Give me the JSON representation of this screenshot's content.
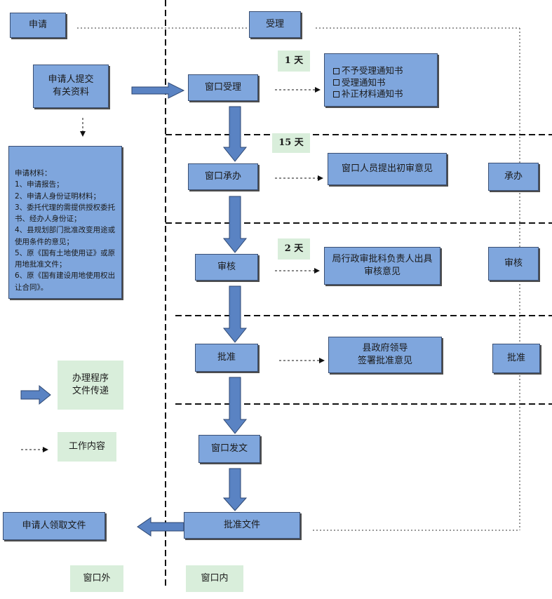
{
  "header": {
    "apply_label": "申请",
    "accept_label": "受理"
  },
  "left_column": {
    "submit_label": "申请人提交\n有关资料",
    "materials": {
      "title": "申请材料：",
      "items": [
        "1、申请报告；",
        "2、申请人身份证明材料；",
        "3、委托代理的需提供授权委托书、经办人身份证；",
        "4、县规划部门批准改变用途或使用条件的意见；",
        "5、原《国有土地使用证》或原用地批准文件；",
        "6、原《国有建设用地使用权出让合同》。"
      ]
    },
    "receive_label": "申请人领取文件"
  },
  "steps": {
    "window_accept": "窗口受理",
    "window_undertake": "窗口承办",
    "review": "审核",
    "approve": "批准",
    "window_issue": "窗口发文",
    "approval_doc": "批准文件"
  },
  "days": {
    "accept": "1 天",
    "undertake": "15 天",
    "review": "2 天"
  },
  "outputs": {
    "notices": [
      "不予受理通知书",
      "受理通知书",
      "补正材料通知书"
    ],
    "initial_opinion": "窗口人员提出初审意见",
    "review_opinion": "局行政审批科负责人出具审核意见",
    "approval_opinion": "县政府领导\n签署批准意见"
  },
  "right_column": {
    "undertake_label": "承办",
    "review_label": "审核",
    "approve_label": "批准"
  },
  "legend": {
    "arrow_label": "办理程序\n文件传递",
    "dashed_label": "工作内容"
  },
  "footer": {
    "outside_label": "窗口外",
    "inside_label": "窗口内"
  },
  "colors": {
    "box_fill": "#7fa6dd",
    "box_border": "#3a4f73",
    "arrow_fill": "#5a83c3",
    "label_fill": "#d9eedb"
  }
}
